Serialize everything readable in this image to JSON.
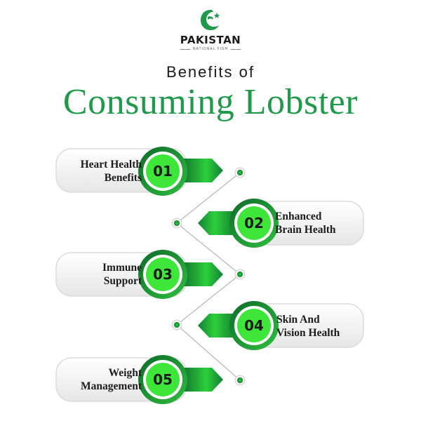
{
  "brand": {
    "name": "PAKISTAN",
    "subtitle": "NATIONAL FISH"
  },
  "heading": {
    "line1": "Benefits of",
    "line2": "Consuming Lobster"
  },
  "colors": {
    "accent": "#1f9a4a",
    "bright": "#3ee63a",
    "dark": "#0f6f2e"
  },
  "benefits": [
    {
      "number": "01",
      "lines": [
        "Heart Health",
        "Benefits"
      ]
    },
    {
      "number": "02",
      "lines": [
        "Enhanced",
        "Brain Health"
      ]
    },
    {
      "number": "03",
      "lines": [
        "Immune",
        "Support"
      ]
    },
    {
      "number": "04",
      "lines": [
        "Skin And",
        "Vision Health"
      ]
    },
    {
      "number": "05",
      "lines": [
        "Weight",
        "Management"
      ]
    }
  ]
}
